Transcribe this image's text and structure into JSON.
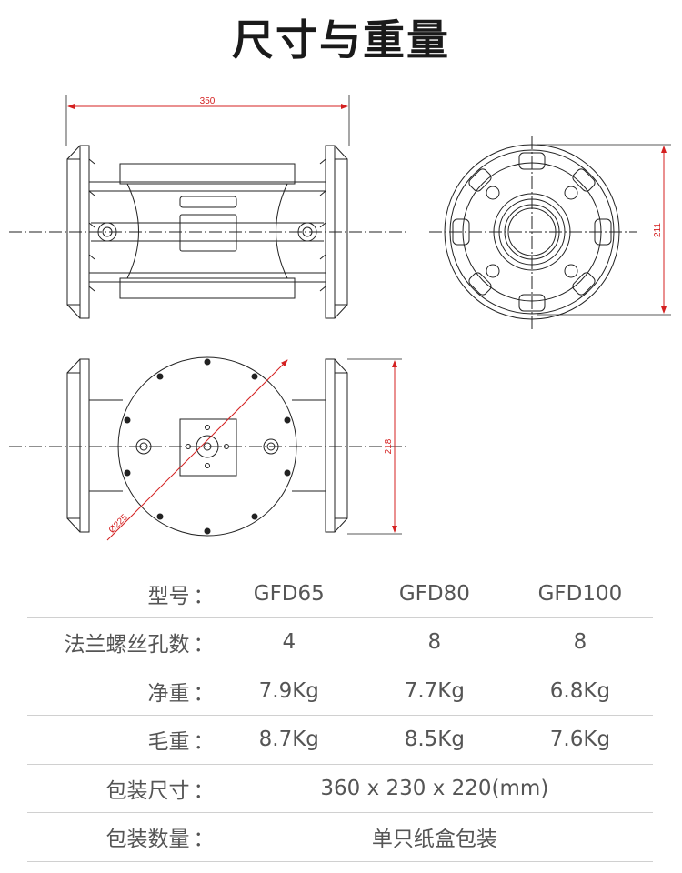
{
  "header": {
    "title": "尺寸与重量"
  },
  "drawing": {
    "width_dim": "350",
    "height_dim_side": "211",
    "height_dim_top": "218",
    "diameter_dim": "Ø225",
    "line_color": "#222222",
    "dim_color": "#d42020"
  },
  "spec": {
    "colon": "：",
    "models": {
      "label": "型号",
      "values": [
        "GFD65",
        "GFD80",
        "GFD100"
      ]
    },
    "flange_holes": {
      "label": "法兰螺丝孔数",
      "values": [
        "4",
        "8",
        "8"
      ]
    },
    "net_weight": {
      "label": "净重",
      "values": [
        "7.9Kg",
        "7.7Kg",
        "6.8Kg"
      ]
    },
    "gross_weight": {
      "label": "毛重",
      "values": [
        "8.7Kg",
        "8.5Kg",
        "7.6Kg"
      ]
    },
    "package_size": {
      "label": "包装尺寸",
      "value": "360 x 230 x 220(mm)"
    },
    "package_qty": {
      "label": "包装数量",
      "value": "单只纸盒包装"
    }
  }
}
